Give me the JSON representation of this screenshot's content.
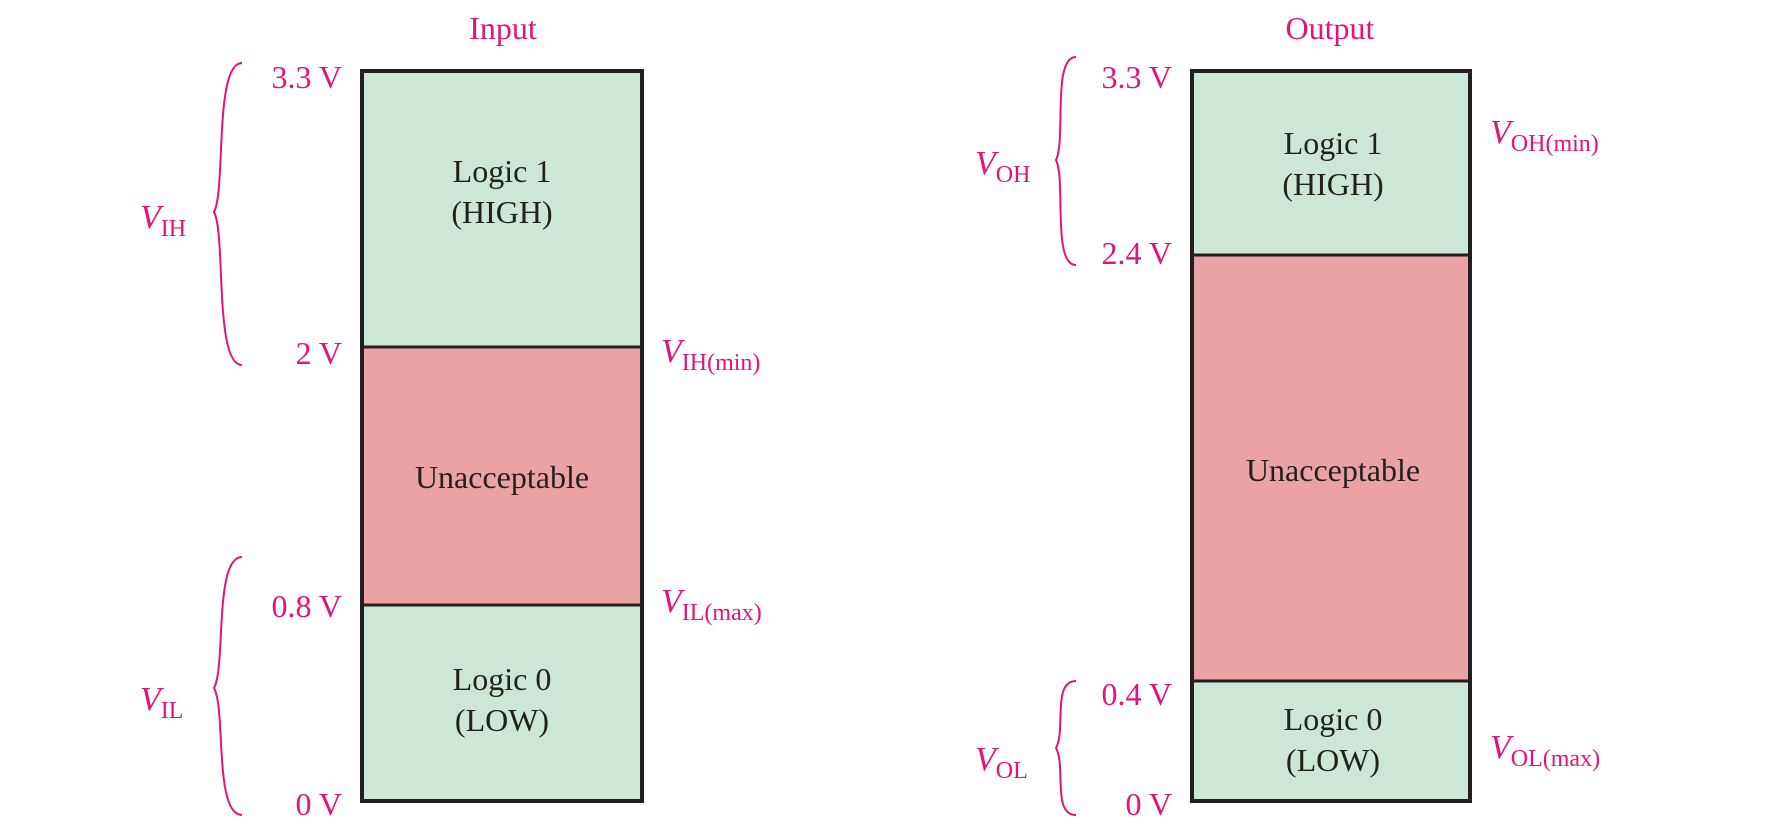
{
  "input": {
    "title": "Input",
    "tick_top": "3.3 V",
    "tick_high": "2 V",
    "tick_low": "0.8 V",
    "tick_bottom": "0 V",
    "brace_high": {
      "v": "V",
      "sub": "IH"
    },
    "brace_low": {
      "v": "V",
      "sub": "IL"
    },
    "threshold_high": {
      "v": "V",
      "sub": "IH(min)"
    },
    "threshold_low": {
      "v": "V",
      "sub": "IL(max)"
    },
    "zone_high_line1": "Logic 1",
    "zone_high_line2": "(HIGH)",
    "zone_mid": "Unacceptable",
    "zone_low_line1": "Logic 0",
    "zone_low_line2": "(LOW)"
  },
  "output": {
    "title": "Output",
    "tick_top": "3.3 V",
    "tick_high": "2.4 V",
    "tick_low": "0.4 V",
    "tick_bottom": "0 V",
    "brace_high": {
      "v": "V",
      "sub": "OH"
    },
    "brace_low": {
      "v": "V",
      "sub": "OL"
    },
    "threshold_high": {
      "v": "V",
      "sub": "OH(min)"
    },
    "threshold_low": {
      "v": "V",
      "sub": "OL(max)"
    },
    "zone_high_line1": "Logic 1",
    "zone_high_line2": "(HIGH)",
    "zone_mid": "Unacceptable",
    "zone_low_line1": "Logic 0",
    "zone_low_line2": "(LOW)"
  },
  "colors": {
    "valid_zone": "#cce7d6",
    "invalid_zone": "#eaa2a4",
    "label": "#e0147a",
    "border": "#231f20"
  }
}
